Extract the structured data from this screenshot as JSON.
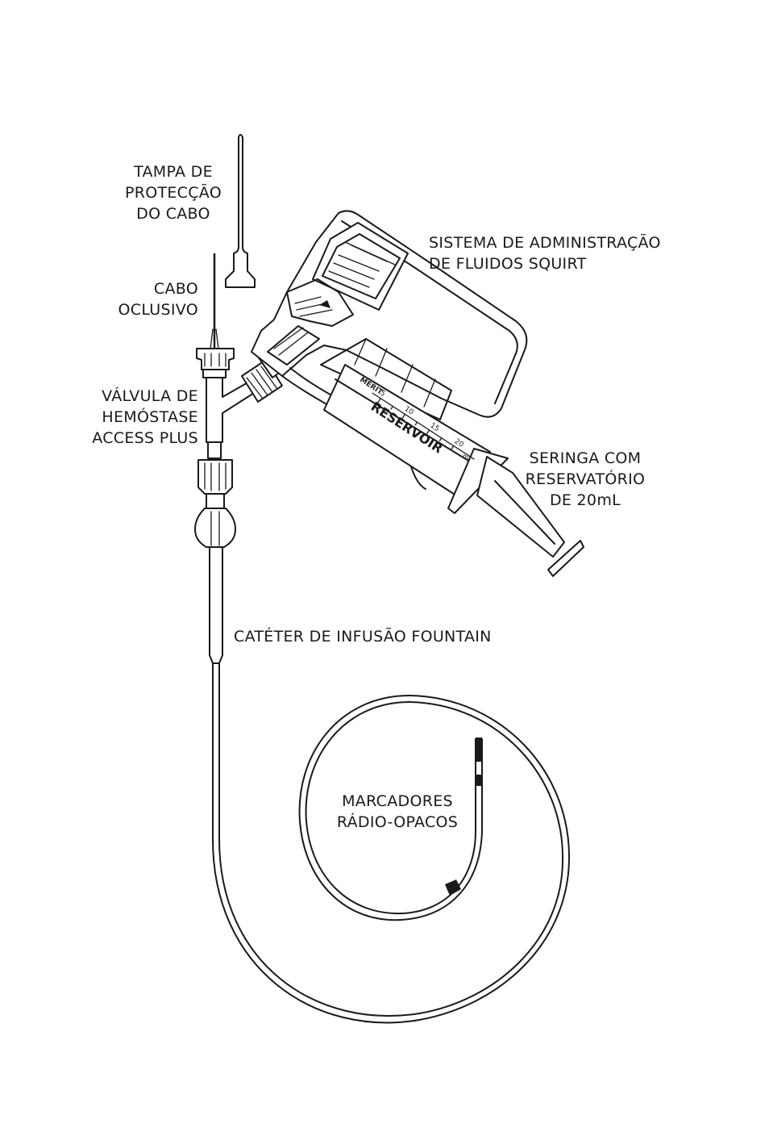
{
  "labels": {
    "cap": [
      "TAMPA DE",
      "PROTECÇÃO",
      "DO CABO"
    ],
    "wire": [
      "CABO",
      "OCLUSIVO"
    ],
    "valve": [
      "VÁLVULA DE",
      "HEMÓSTASE",
      "ACCESS PLUS"
    ],
    "squirt": [
      "SISTEMA DE ADMINISTRAÇÃO",
      "DE FLUIDOS SQUIRT"
    ],
    "syringe": [
      "SERINGA COM",
      "RESERVATÓRIO",
      "DE 20mL"
    ],
    "catheter": "CATÉTER DE INFUSÃO FOUNTAIN",
    "markers": [
      "MARCADORES",
      "RÁDIO-OPACOS"
    ]
  },
  "syringe_print": {
    "reservoir": "RESERVOIR",
    "brand": "MERIT",
    "unit": "ml",
    "scale": [
      "5",
      "10",
      "15",
      "20"
    ]
  }
}
